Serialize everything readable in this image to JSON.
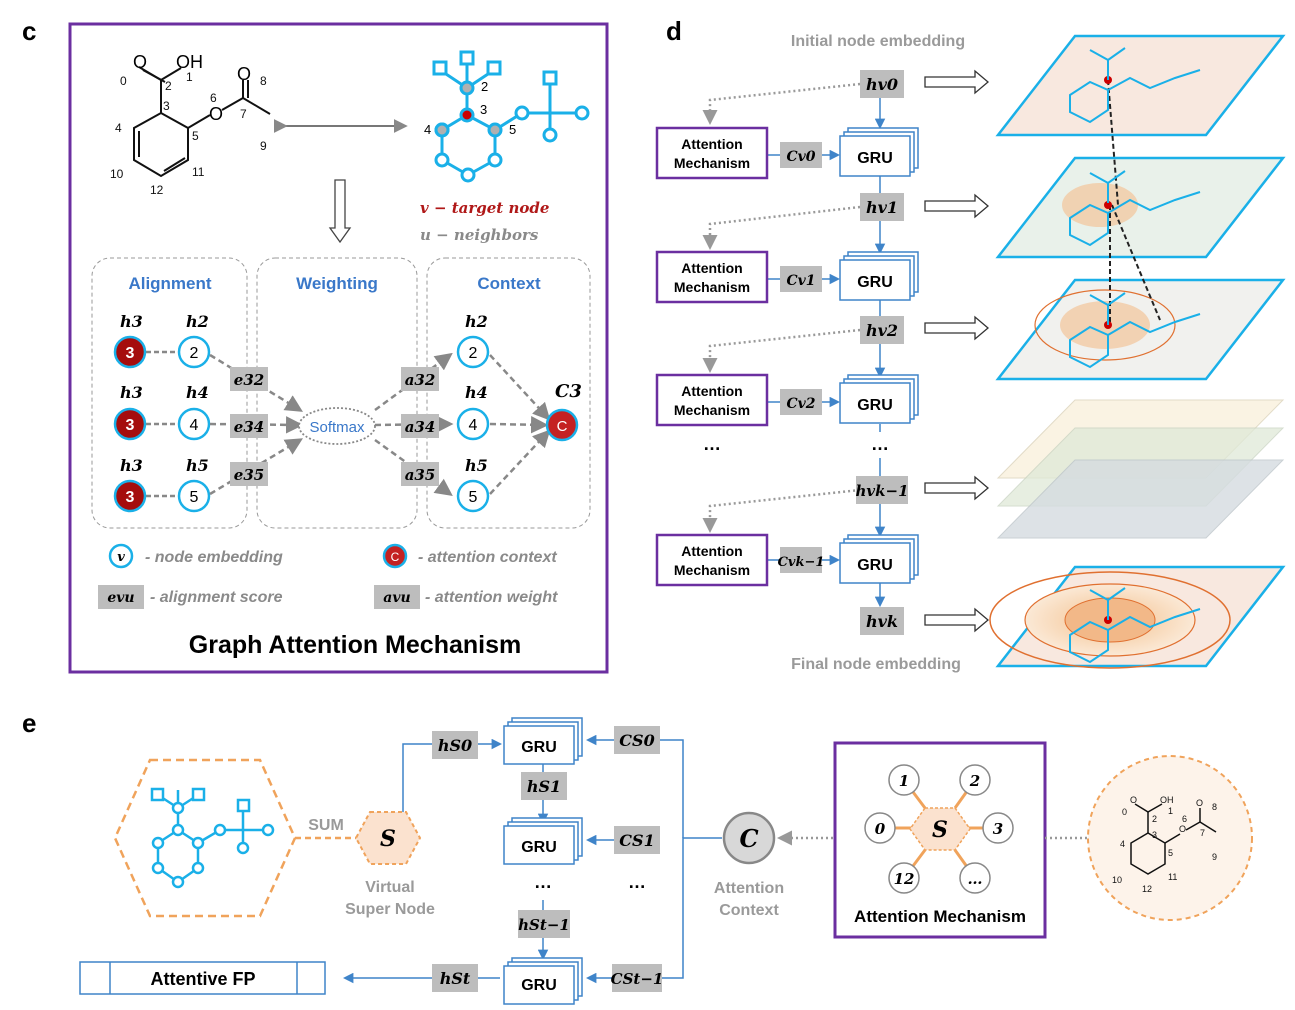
{
  "panels": {
    "c": "c",
    "d": "d",
    "e": "e"
  },
  "molecule": {
    "oh": "OH",
    "o_ring": "O",
    "o_carbonyl": "O",
    "atom_numbers": [
      "0",
      "1",
      "2",
      "3",
      "4",
      "5",
      "6",
      "7",
      "8",
      "9",
      "10",
      "11",
      "12"
    ]
  },
  "graph_labels": {
    "n2": "2",
    "n3": "3",
    "n4": "4",
    "n5": "5"
  },
  "legend_top": {
    "target": "v − target  node",
    "neighbors": "u − neighbors"
  },
  "sections": {
    "alignment": "Alignment",
    "weighting": "Weighting",
    "context": "Context"
  },
  "alignment": {
    "h3": "h3",
    "rows": [
      {
        "target": "3",
        "neighbor_label": "h2",
        "neighbor": "2",
        "score": "e32"
      },
      {
        "target": "3",
        "neighbor_label": "h4",
        "neighbor": "4",
        "score": "e34"
      },
      {
        "target": "3",
        "neighbor_label": "h5",
        "neighbor": "5",
        "score": "e35"
      }
    ]
  },
  "softmax": "Softmax",
  "context": {
    "rows": [
      {
        "weight": "a32",
        "label": "h2",
        "node": "2"
      },
      {
        "weight": "a34",
        "label": "h4",
        "node": "4"
      },
      {
        "weight": "a35",
        "label": "h5",
        "node": "5"
      }
    ],
    "c3_label": "C3",
    "c_node": "C"
  },
  "legend_bottom": {
    "v_symbol": "v",
    "node_embedding": "- node embedding",
    "c_symbol": "C",
    "attention_context": "- attention context",
    "e_symbol": "evu",
    "alignment_score": "- alignment score",
    "a_symbol": "avu",
    "attention_weight": "- attention weight"
  },
  "panel_c_title": "Graph Attention Mechanism",
  "panel_d": {
    "initial": "Initial node embedding",
    "final": "Final node embedding",
    "h_labels": [
      "hv0",
      "hv1",
      "hv2",
      "hvk−1",
      "hvk"
    ],
    "c_labels": [
      "Cv0",
      "Cv1",
      "Cv2",
      "Cvk−1"
    ],
    "attn_line1": "Attention",
    "attn_line2": "Mechanism",
    "gru": "GRU",
    "ellipsis": "…"
  },
  "panel_e": {
    "sum": "SUM",
    "super_node": "S",
    "virtual_line1": "Virtual",
    "virtual_line2": "Super Node",
    "h_labels": [
      "hS0",
      "hS1",
      "hSt−1",
      "hSt"
    ],
    "c_labels": [
      "CS0",
      "CS1",
      "CSt−1"
    ],
    "gru": "GRU",
    "ellipsis": "…",
    "context_node": "C",
    "context_line1": "Attention",
    "context_line2": "Context",
    "output": "Attentive FP",
    "attn_nodes": [
      "1",
      "2",
      "0",
      "3",
      "12",
      "…"
    ],
    "attn_center": "S",
    "attn_title": "Attention Mechanism"
  },
  "colors": {
    "purple": "#6b2fa0",
    "cyan": "#1ab0e8",
    "dark_red": "#a50d0d",
    "gray_box": "#bdbdbd",
    "blue_text": "#3a78c9",
    "orange": "#f0a35b"
  }
}
